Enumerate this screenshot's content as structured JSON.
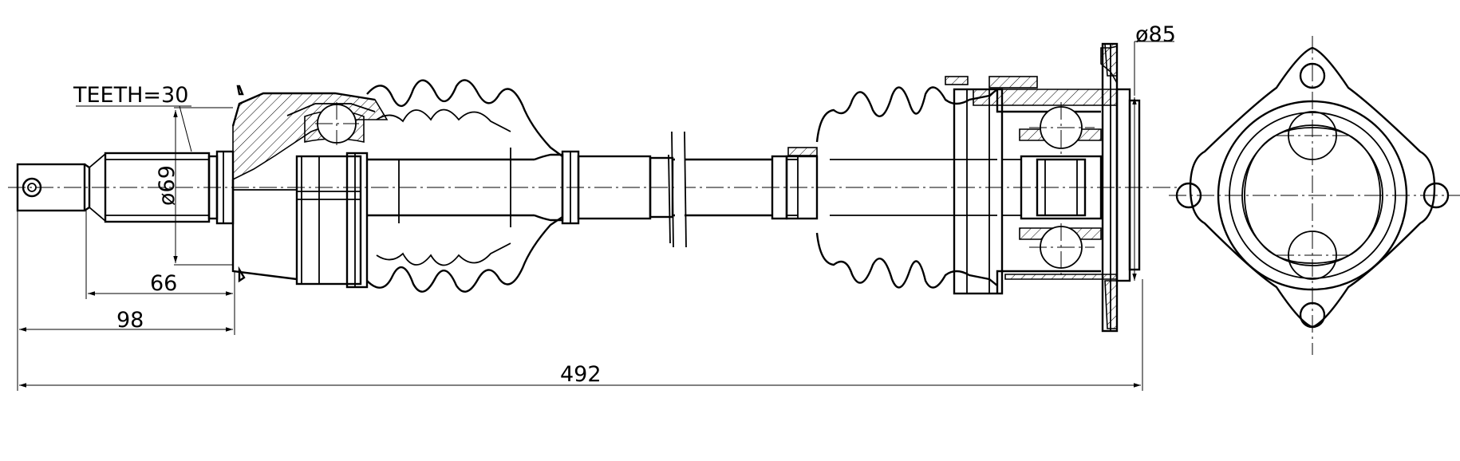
{
  "labels": {
    "teeth": "TEETH=30",
    "dia_spline": "ø69",
    "dia_bolt": "ø85",
    "dim_66": "66",
    "dim_98": "98",
    "dim_overall": "492"
  }
}
